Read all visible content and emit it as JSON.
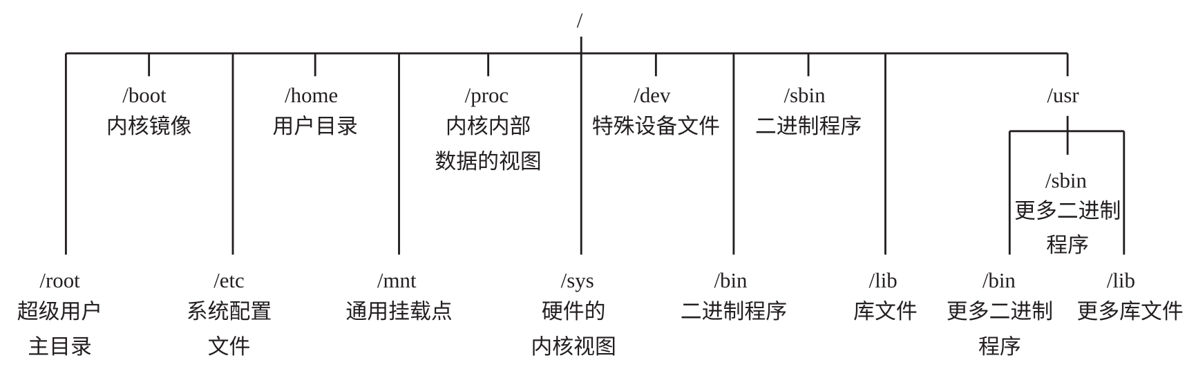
{
  "root": "/",
  "upper": [
    {
      "name": "/boot",
      "desc": [
        "内核镜像"
      ]
    },
    {
      "name": "/home",
      "desc": [
        "用户目录"
      ]
    },
    {
      "name": "/proc",
      "desc": [
        "内核内部",
        "数据的视图"
      ]
    },
    {
      "name": "/dev",
      "desc": [
        "特殊设备文件"
      ]
    },
    {
      "name": "/sbin",
      "desc": [
        "二进制程序"
      ]
    },
    {
      "name": "/usr",
      "desc": []
    }
  ],
  "lower": [
    {
      "name": "/root",
      "desc": [
        "超级用户",
        "主目录"
      ]
    },
    {
      "name": "/etc",
      "desc": [
        "系统配置",
        "文件"
      ]
    },
    {
      "name": "/mnt",
      "desc": [
        "通用挂载点"
      ]
    },
    {
      "name": "/sys",
      "desc": [
        "硬件的",
        "内核视图"
      ]
    },
    {
      "name": "/bin",
      "desc": [
        "二进制程序"
      ]
    },
    {
      "name": "/lib",
      "desc": [
        "库文件"
      ]
    }
  ],
  "usr_children": [
    {
      "name": "/sbin",
      "desc": [
        "更多二进制",
        "程序"
      ]
    },
    {
      "name": "/bin",
      "desc": [
        "更多二进制",
        "程序"
      ]
    },
    {
      "name": "/lib",
      "desc": [
        "更多库文件"
      ]
    }
  ]
}
